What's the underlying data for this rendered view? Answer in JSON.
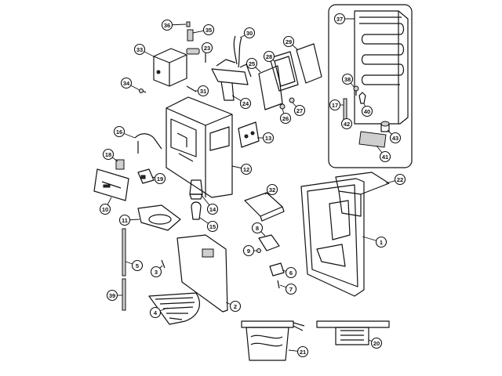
{
  "callouts": [
    {
      "id": "c1",
      "label": "1"
    },
    {
      "id": "c2",
      "label": "2"
    },
    {
      "id": "c3",
      "label": "3"
    },
    {
      "id": "c4",
      "label": "4"
    },
    {
      "id": "c5",
      "label": "5"
    },
    {
      "id": "c6",
      "label": "6"
    },
    {
      "id": "c7",
      "label": "7"
    },
    {
      "id": "c8",
      "label": "8"
    },
    {
      "id": "c9",
      "label": "9"
    },
    {
      "id": "c10",
      "label": "10"
    },
    {
      "id": "c11",
      "label": "11"
    },
    {
      "id": "c12",
      "label": "12"
    },
    {
      "id": "c13",
      "label": "13"
    },
    {
      "id": "c14",
      "label": "14"
    },
    {
      "id": "c15",
      "label": "15"
    },
    {
      "id": "c16",
      "label": "16"
    },
    {
      "id": "c17",
      "label": "17"
    },
    {
      "id": "c18",
      "label": "18"
    },
    {
      "id": "c19",
      "label": "19"
    },
    {
      "id": "c20",
      "label": "20"
    },
    {
      "id": "c21",
      "label": "21"
    },
    {
      "id": "c22",
      "label": "22"
    },
    {
      "id": "c23",
      "label": "23"
    },
    {
      "id": "c24",
      "label": "24"
    },
    {
      "id": "c25",
      "label": "25"
    },
    {
      "id": "c26",
      "label": "26"
    },
    {
      "id": "c27",
      "label": "27"
    },
    {
      "id": "c28",
      "label": "28"
    },
    {
      "id": "c29",
      "label": "29"
    },
    {
      "id": "c30",
      "label": "30"
    },
    {
      "id": "c31",
      "label": "31"
    },
    {
      "id": "c32",
      "label": "32"
    },
    {
      "id": "c33",
      "label": "33"
    },
    {
      "id": "c34",
      "label": "34"
    },
    {
      "id": "c35",
      "label": "35"
    },
    {
      "id": "c36",
      "label": "36"
    },
    {
      "id": "c37",
      "label": "37"
    },
    {
      "id": "c38",
      "label": "38"
    },
    {
      "id": "c39",
      "label": "39"
    },
    {
      "id": "c40",
      "label": "40"
    },
    {
      "id": "c41",
      "label": "41"
    },
    {
      "id": "c42",
      "label": "42"
    },
    {
      "id": "c43",
      "label": "43"
    }
  ]
}
